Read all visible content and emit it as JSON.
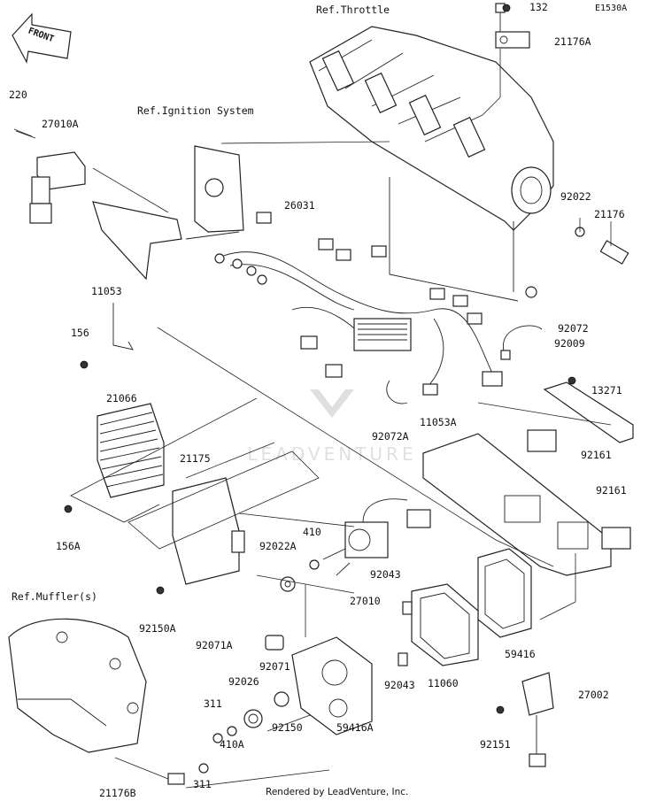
{
  "diagram_id": "E1530A",
  "front_label": "FRONT",
  "watermark": "LEADVENTURE",
  "footer": "Rendered by LeadVenture, Inc.",
  "labels": {
    "ref_throttle": "Ref.Throttle",
    "ref_ignition": "Ref.Ignition System",
    "ref_muffler": "Ref.Muffler(s)",
    "p132": "132",
    "p21176a": "21176A",
    "p220": "220",
    "p27010a": "27010A",
    "p92022": "92022",
    "p21176": "21176",
    "p26031": "26031",
    "p11053": "11053",
    "p156": "156",
    "p92072": "92072",
    "p92009": "92009",
    "p13271": "13271",
    "p21066": "21066",
    "p92072a": "92072A",
    "p11053a": "11053A",
    "p92161": "92161",
    "p21175": "21175",
    "p156a": "156A",
    "p410": "410",
    "p92022a": "92022A",
    "p92043": "92043",
    "p27010": "27010",
    "p92150a": "92150A",
    "p92071a": "92071A",
    "p59416": "59416",
    "p92071": "92071",
    "p92026": "92026",
    "p11060": "11060",
    "p27002": "27002",
    "p311": "311",
    "p92150": "92150",
    "p59416a": "59416A",
    "p92151": "92151",
    "p410a": "410A",
    "p21176b": "21176B"
  }
}
